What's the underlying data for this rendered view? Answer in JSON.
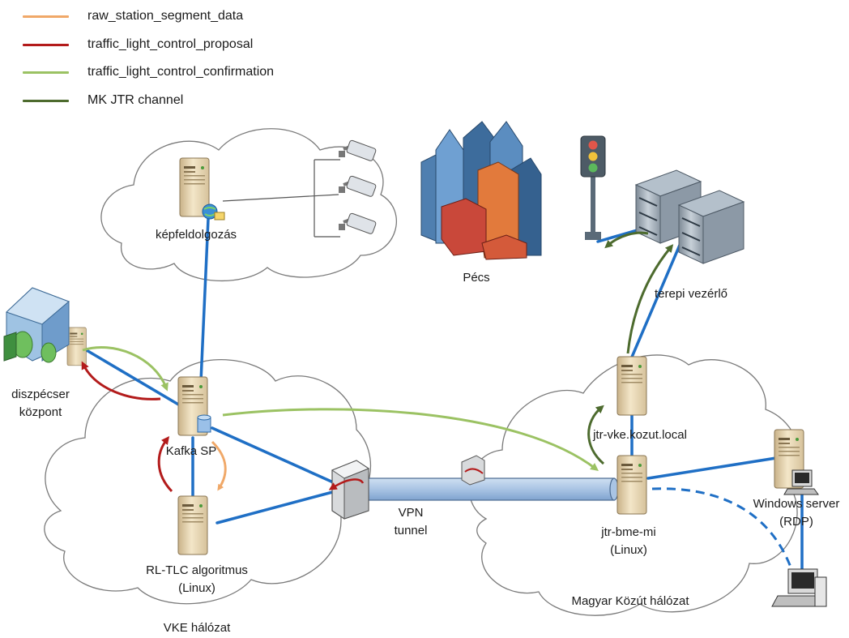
{
  "legend": [
    {
      "label": "raw_station_segment_data",
      "color": "#f0a868"
    },
    {
      "label": "traffic_light_control_proposal",
      "color": "#b31b1b"
    },
    {
      "label": "traffic_light_control_confirmation",
      "color": "#9bc263"
    },
    {
      "label": "MK JTR channel",
      "color": "#4d6b2e"
    }
  ],
  "nodes": {
    "kepfeldolgozas": "képfeldolgozás",
    "pecs": "Pécs",
    "terepi": "terepi vezérlő",
    "diszpecser_line1": "diszpécser",
    "diszpecser_line2": "központ",
    "kafka": "Kafka SP",
    "rltlc_line1": "RL-TLC algoritmus",
    "rltlc_line2": "(Linux)",
    "vpn_line1": "VPN",
    "vpn_line2": "tunnel",
    "jtr_vke": "jtr-vke.kozut.local",
    "jtr_bme_line1": "jtr-bme-mi",
    "jtr_bme_line2": "(Linux)",
    "windows_line1": "Windows server",
    "windows_line2": "(RDP)"
  },
  "networks": {
    "vke": "VKE hálózat",
    "magyar_kozut": "Magyar Közút hálózat"
  },
  "colors": {
    "network_link": "#1f6fc5",
    "server_body": "#e8d6b0",
    "cloud_stroke": "#7a7a7a"
  }
}
